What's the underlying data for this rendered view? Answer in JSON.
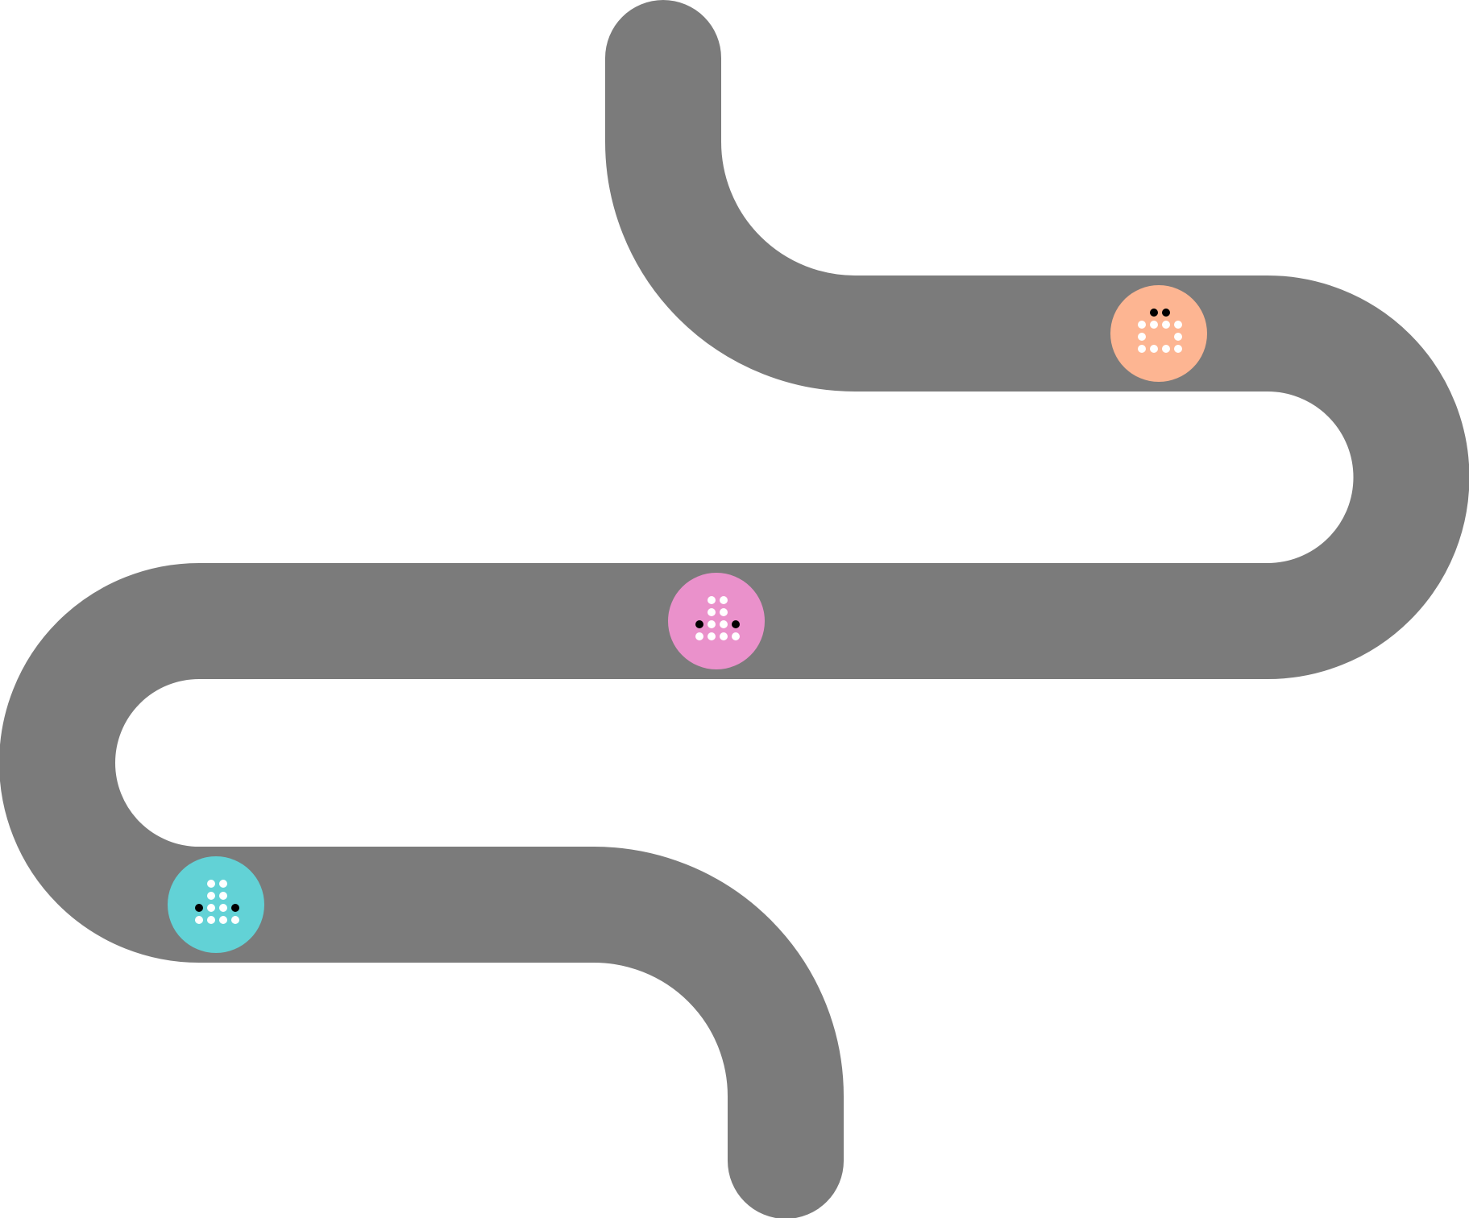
{
  "track": {
    "color": "#7b7b7b",
    "background": "#ffffff"
  },
  "markers": [
    {
      "name": "marker-orange",
      "color": "#fdb592",
      "dot_color": "#ffffff",
      "highlight_color": "#000000",
      "pattern": [
        [
          0,
          0,
          2,
          2,
          0
        ],
        [
          0,
          1,
          1,
          1,
          1
        ],
        [
          0,
          1,
          0,
          0,
          1
        ],
        [
          0,
          1,
          1,
          1,
          1
        ]
      ]
    },
    {
      "name": "marker-pink",
      "color": "#ea91cb",
      "dot_color": "#ffffff",
      "highlight_color": "#000000",
      "pattern": [
        [
          0,
          0,
          1,
          1,
          0
        ],
        [
          0,
          0,
          1,
          1,
          0
        ],
        [
          0,
          2,
          1,
          1,
          2
        ],
        [
          0,
          1,
          1,
          1,
          1
        ]
      ]
    },
    {
      "name": "marker-cyan",
      "color": "#62d2d6",
      "dot_color": "#ffffff",
      "highlight_color": "#000000",
      "pattern": [
        [
          0,
          0,
          1,
          1,
          0
        ],
        [
          0,
          0,
          1,
          1,
          0
        ],
        [
          0,
          2,
          1,
          1,
          2
        ],
        [
          0,
          1,
          1,
          1,
          1
        ]
      ]
    }
  ]
}
